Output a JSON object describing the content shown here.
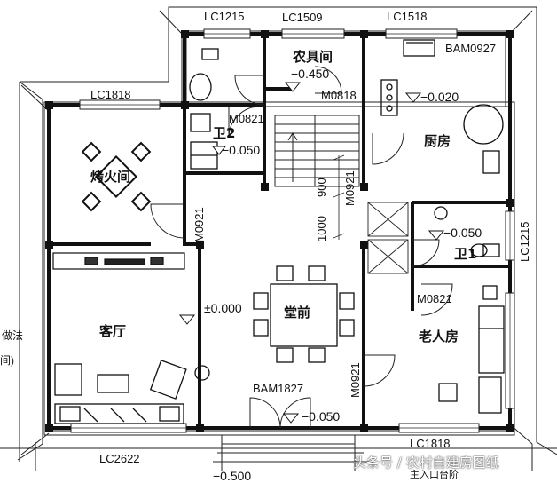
{
  "rooms": {
    "kaohuo": "烤火间",
    "nongju": "农具间",
    "chufang": "厨房",
    "wei2": "卫2",
    "wei1": "卫1",
    "keting": "客厅",
    "tangqian": "堂前",
    "laoren": "老人房"
  },
  "codes": {
    "lc1215_top": "LC1215",
    "lc1509": "LC1509",
    "lc1518": "LC1518",
    "bam0927": "BAM0927",
    "lc1818_top": "LC1818",
    "m0821_wei": "M0821",
    "m0818": "M0818",
    "m0921_left": "M0921",
    "m0921_mid": "M0921",
    "lc1215_right": "LC1215",
    "m0821_old": "M0821",
    "m0921_right": "M0921",
    "bam1827": "BAM1827",
    "lc1818_bottom": "LC1818",
    "lc2622": "LC2622"
  },
  "elevations": {
    "nongju": "−0.450",
    "chufang": "−0.020",
    "wei2": "−0.050",
    "tangqian": "±0.000",
    "wei1": "−0.050",
    "entry": "−0.050",
    "bottom": "−0.500"
  },
  "dims": {
    "d900": "900",
    "d1000": "1000"
  },
  "edge_text": {
    "left1": "做法",
    "left2": "间)",
    "bottom_note": "主入口台阶"
  },
  "watermark": "头条号 / 农村自建房图纸",
  "colors": {
    "wall": "#1a1a1a",
    "line": "#222222",
    "background": "#ffffff"
  }
}
